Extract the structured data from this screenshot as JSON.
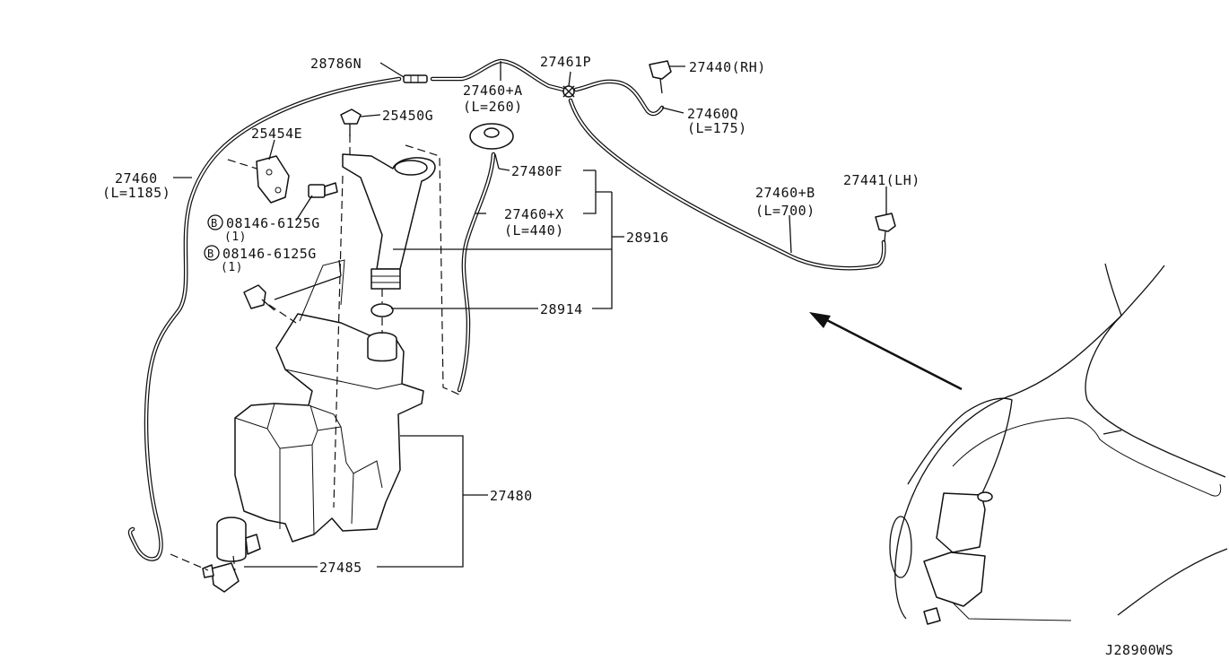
{
  "labels": {
    "p28786N": "28786N",
    "p27460A": "27460+A",
    "p27460A_len": "(L=260)",
    "p27461P": "27461P",
    "p27440RH": "27440(RH)",
    "p27460Q": "27460Q",
    "p27460Q_len": "(L=175)",
    "p25450G": "25450G",
    "p25454E": "25454E",
    "p27460": "27460",
    "p27460_len": "(L=1185)",
    "p27480F": "27480F",
    "p27460X": "27460+X",
    "p27460X_len": "(L=440)",
    "p28916": "28916",
    "p27460B": "27460+B",
    "p27460B_len": "(L=700)",
    "p27441LH": "27441(LH)",
    "bolt1_circle": "B",
    "bolt1": "08146-6125G",
    "bolt1_qty": "(1)",
    "bolt2_circle": "B",
    "bolt2": "08146-6125G",
    "bolt2_qty": "(1)",
    "p28914": "28914",
    "p27480": "27480",
    "p27485": "27485",
    "diagram_code": "J28900WS"
  }
}
